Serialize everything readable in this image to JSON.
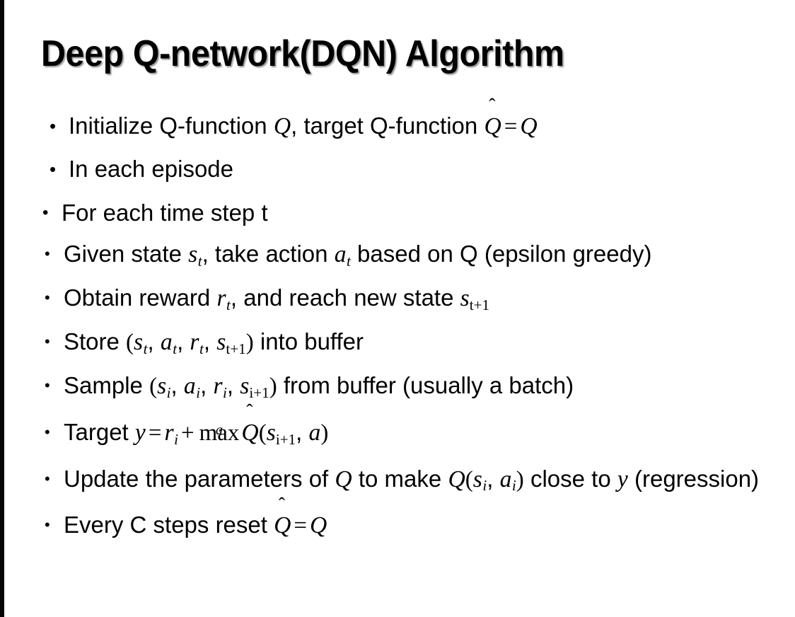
{
  "slide": {
    "title": "Deep Q-network(DQN) Algorithm",
    "background_color": "#ffffff",
    "text_color": "#000000",
    "edge_stripe_color": "#050505",
    "bullet_glyph": "•"
  },
  "content": {
    "level1": [
      {
        "id": "initialize",
        "parts": [
          {
            "t": "text",
            "v": "Initialize Q-function "
          },
          {
            "t": "mi",
            "v": "Q"
          },
          {
            "t": "text",
            "v": ", target Q-function "
          },
          {
            "t": "qhat",
            "v": "Q"
          },
          {
            "t": "mo",
            "v": "="
          },
          {
            "t": "mi",
            "v": "Q"
          }
        ],
        "plain": "Initialize Q-function Q, target Q-function Q̂ = Q"
      },
      {
        "id": "in-each-episode",
        "parts": [
          {
            "t": "text",
            "v": "In each episode"
          }
        ],
        "plain": "In each episode"
      }
    ],
    "level2": [
      {
        "id": "for-each-time-step",
        "parts": [
          {
            "t": "text",
            "v": "For each time step t"
          }
        ],
        "plain": "For each time step t"
      }
    ],
    "level3": [
      {
        "id": "given-state",
        "plain": "Given state s_t, take action a_t based on Q (epsilon greedy)"
      },
      {
        "id": "obtain-reward",
        "plain": "Obtain reward r_t, and reach new state s_{t+1}"
      },
      {
        "id": "store-transition",
        "plain": "Store (s_t, a_t, r_t, s_{t+1}) into buffer"
      },
      {
        "id": "sample-batch",
        "plain": "Sample (s_i, a_i, r_i, s_{i+1}) from buffer (usually a batch)"
      },
      {
        "id": "target",
        "plain": "Target y = r_i + max_a Q̂(s_{i+1}, a)"
      },
      {
        "id": "update-parameters",
        "plain": "Update the parameters of Q to make Q(s_i, a_i) close to y (regression)"
      },
      {
        "id": "reset-target",
        "plain": "Every C steps reset Q̂ = Q"
      }
    ],
    "tokens": {
      "initialize_pre": "Initialize Q-function ",
      "initialize_mid": ", target Q-function ",
      "in_each_episode": "In each episode",
      "for_each_time_step": "For each time step t",
      "given_state_pre": "Given state ",
      "given_state_mid": ", take action ",
      "given_state_post": " based on Q (epsilon greedy)",
      "obtain_pre": "Obtain reward ",
      "obtain_mid": ", and reach new state ",
      "store_pre": "Store ",
      "store_post": " into buffer",
      "sample_pre": "Sample ",
      "sample_post": " from buffer (usually a batch)",
      "target_pre": "Target ",
      "update_pre": "Update the parameters of ",
      "update_mid": " to make ",
      "update_post": " close to ",
      "update_end": " (regression)",
      "reset_pre": "Every C steps reset ",
      "var_s": "s",
      "var_a": "a",
      "var_r": "r",
      "var_y": "y",
      "var_Q": "Q",
      "sub_t": "t",
      "sub_i": "i",
      "sub_t1": "t+1",
      "sub_i1": "i+1",
      "op_eq": "=",
      "op_plus": "+",
      "op_max": "max",
      "hat": "̂",
      "hat_glyph": "ˆ",
      "paren_open": "(",
      "paren_close": ")",
      "comma": ", "
    }
  }
}
